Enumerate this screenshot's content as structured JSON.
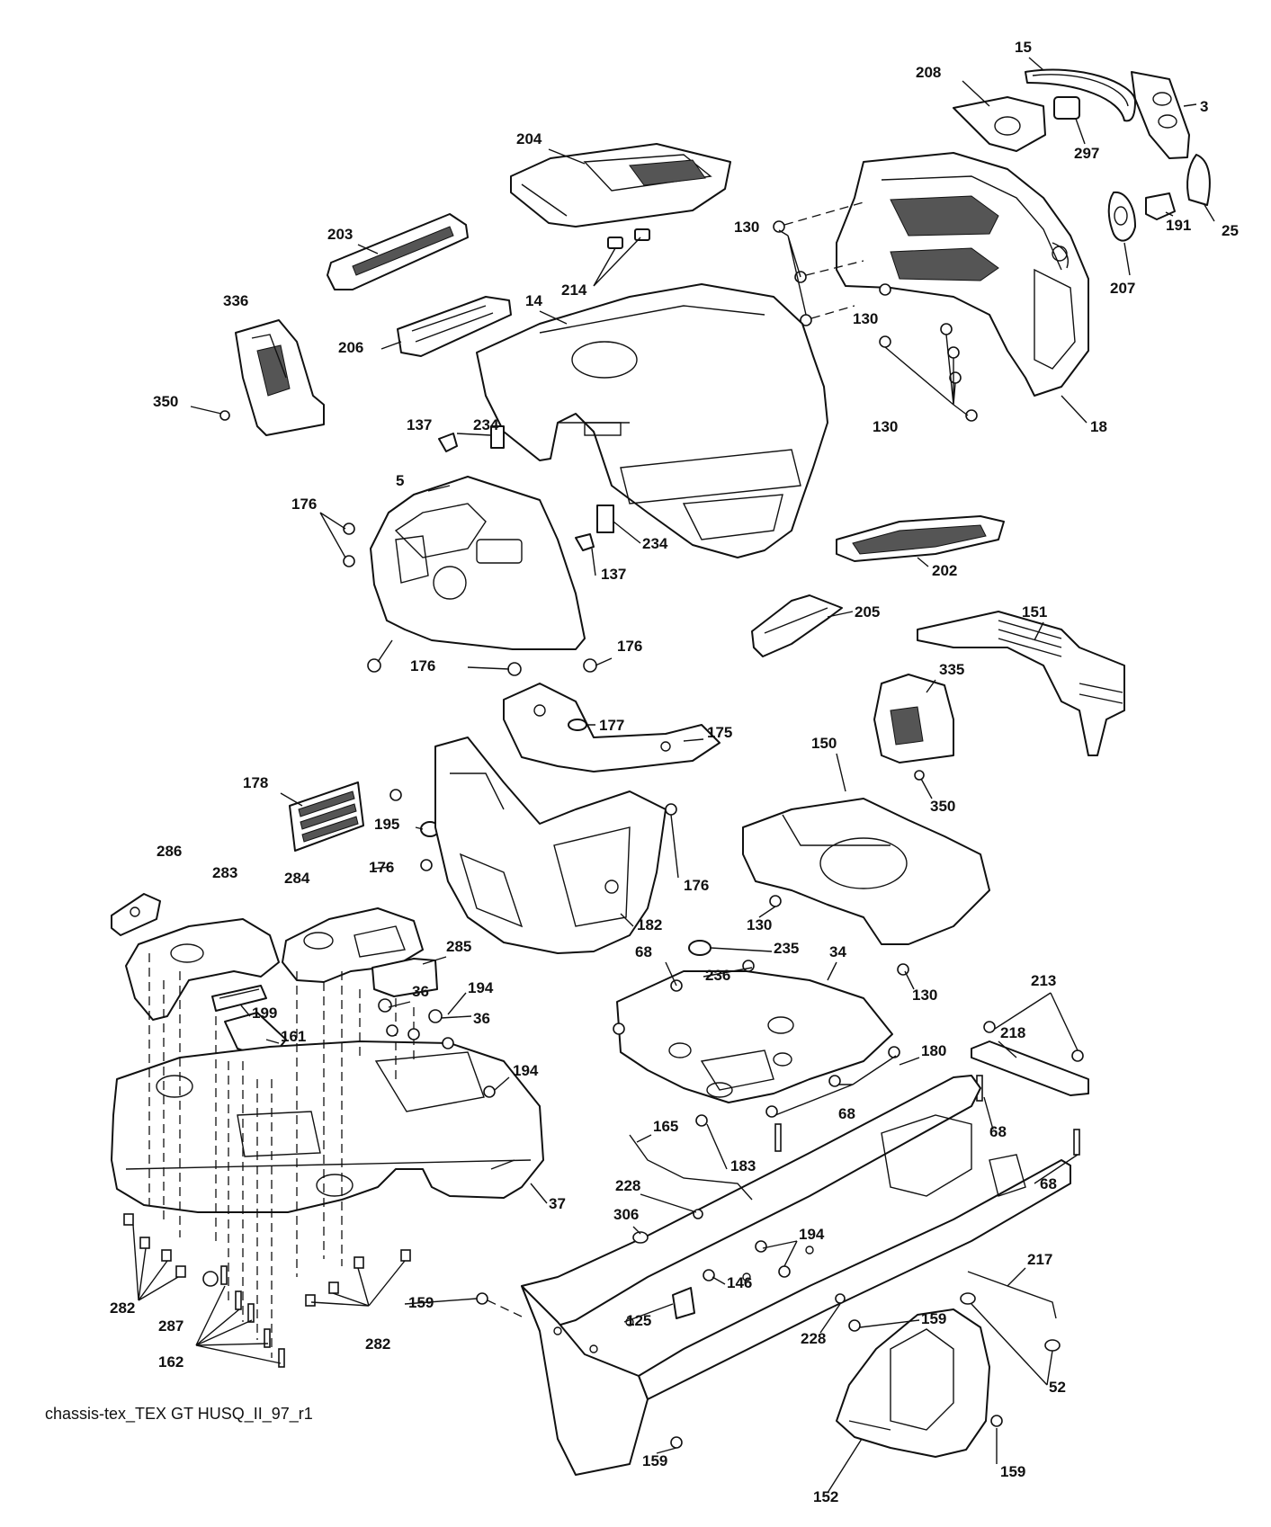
{
  "caption": "chassis-tex_TEX GT HUSQ_II_97_r1",
  "labels": {
    "l15": "15",
    "l208": "208",
    "l3": "3",
    "l297": "297",
    "l204": "204",
    "l25": "25",
    "l191": "191",
    "l207": "207",
    "l203": "203",
    "l130a": "130",
    "l214": "214",
    "l130b": "130",
    "l336": "336",
    "l14": "14",
    "l206": "206",
    "l350a": "350",
    "l130c": "130",
    "l18": "18",
    "l137a": "137",
    "l234a": "234",
    "l5": "5",
    "l176a": "176",
    "l234b": "234",
    "l137b": "137",
    "l202": "202",
    "l205": "205",
    "l151": "151",
    "l176b": "176",
    "l176c": "176",
    "l335": "335",
    "l177": "177",
    "l175": "175",
    "l150": "150",
    "l178": "178",
    "l350b": "350",
    "l195": "195",
    "l286": "286",
    "l283": "283",
    "l284": "284",
    "l176d": "176",
    "l176e": "176",
    "l182": "182",
    "l130d": "130",
    "l68a": "68",
    "l235": "235",
    "l34": "34",
    "l285": "285",
    "l236": "236",
    "l194a": "194",
    "l36a": "36",
    "l36b": "36",
    "l199": "199",
    "l130e": "130",
    "l213": "213",
    "l161": "161",
    "l218": "218",
    "l194b": "194",
    "l180": "180",
    "l68b": "68",
    "l165": "165",
    "l68c": "68",
    "l183": "183",
    "l68d": "68",
    "l37": "37",
    "l228a": "228",
    "l306": "306",
    "l194c": "194",
    "l217": "217",
    "l146": "146",
    "l282a": "282",
    "l287": "287",
    "l159a": "159",
    "l125": "125",
    "l228b": "228",
    "l159b": "159",
    "l282b": "282",
    "l162": "162",
    "l52": "52",
    "l159c": "159",
    "l159d": "159",
    "l152": "152"
  }
}
